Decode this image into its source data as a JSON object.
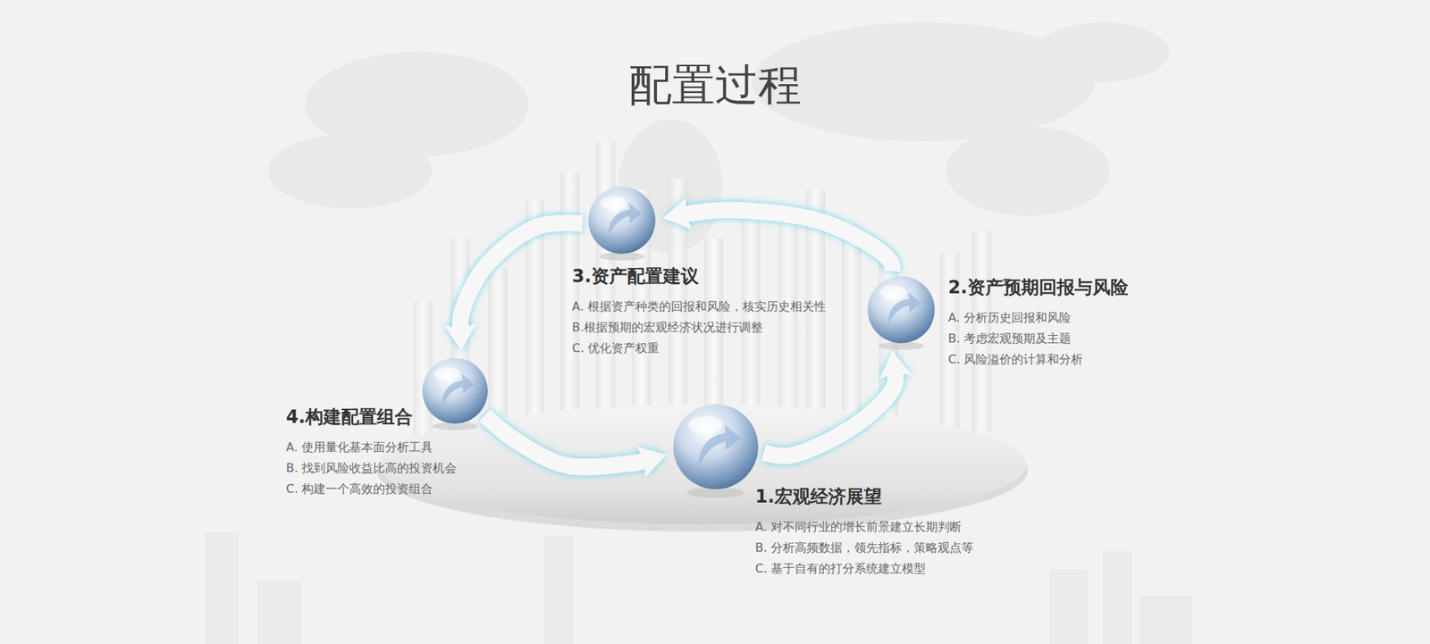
{
  "diagram": {
    "title": "配置过程",
    "nodes": [
      {
        "text": [
          "1.宏观经济展望",
          "A. 对不同行业的增长前景建立长期判断",
          "B. 分析高频数据，领先指标，策略观点等",
          "C. 基于自有的打分系统建立模型"
        ]
      },
      {
        "text": [
          "2.资产预期回报与风险",
          "A. 分析历史回报和风险",
          "B. 考虑宏观预期及主题",
          "C. 风险溢价的计算和分析"
        ]
      },
      {
        "text": [
          "3.资产配置建议",
          "A. 根据资产种类的回报和风险，核实历史相关性",
          "B.根据预期的宏观经济状况进行调整",
          "C. 优化资产权重"
        ]
      },
      {
        "text": [
          "4.构建配置组合",
          "A. 使用量化基本面分析工具",
          "B. 找到风险收益比高的投资机会",
          "C. 构建一个高效的投资组合"
        ]
      }
    ],
    "edges": [
      {
        "from": 0,
        "to": 1,
        "arrow": "to"
      },
      {
        "from": 1,
        "to": 2,
        "arrow": "to"
      },
      {
        "from": 2,
        "to": 3,
        "arrow": "to"
      },
      {
        "from": 3,
        "to": 0,
        "arrow": "to"
      }
    ]
  }
}
